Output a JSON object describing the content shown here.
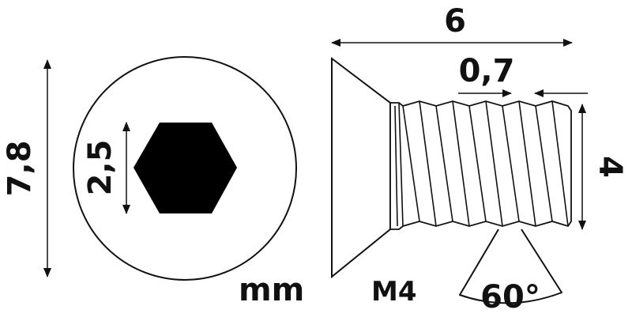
{
  "colors": {
    "stroke": "#111111",
    "fill": "#ffffff",
    "hex_fill": "#000000"
  },
  "labels": {
    "head_diameter": "7,8",
    "hex_key_size": "2,5",
    "length": "6",
    "thread_pitch": "0,7",
    "thread_diameter": "4",
    "unit": "mm",
    "thread_spec": "M4",
    "head_angle": "60°"
  }
}
